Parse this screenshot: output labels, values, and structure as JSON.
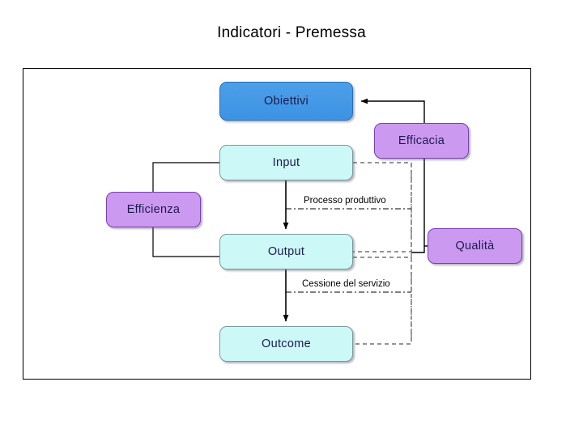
{
  "page": {
    "title": "Indicatori - Premessa",
    "background_color": "#ffffff",
    "text_color": "#000000"
  },
  "diagram": {
    "frame_border_color": "#000000",
    "nodes": [
      {
        "id": "obiettivi",
        "label": "Obiettivi",
        "fill": "#4c9fe8",
        "border": "#2a6fb0",
        "role": "goal"
      },
      {
        "id": "input",
        "label": "Input",
        "fill": "#ccf8f8",
        "border": "#7a9a9a",
        "role": "process-stage"
      },
      {
        "id": "output",
        "label": "Output",
        "fill": "#ccf8f8",
        "border": "#7a9a9a",
        "role": "process-stage"
      },
      {
        "id": "outcome",
        "label": "Outcome",
        "fill": "#ccf8f8",
        "border": "#7a9a9a",
        "role": "process-stage"
      },
      {
        "id": "efficacia",
        "label": "Efficacia",
        "fill": "#cc99f0",
        "border": "#7a3fb0",
        "role": "indicator"
      },
      {
        "id": "efficienza",
        "label": "Efficienza",
        "fill": "#cc99f0",
        "border": "#7a3fb0",
        "role": "indicator"
      },
      {
        "id": "qualita",
        "label": "Qualità",
        "fill": "#cc99f0",
        "border": "#7a3fb0",
        "role": "indicator"
      }
    ],
    "edge_labels": [
      {
        "id": "processo",
        "label": "Processo produttivo"
      },
      {
        "id": "cessione",
        "label": "Cessione del servizio"
      }
    ],
    "connectors": [
      {
        "id": "input-to-output",
        "from": "input",
        "to": "output",
        "style": "solid",
        "arrow": true
      },
      {
        "id": "output-to-outcome",
        "from": "output",
        "to": "outcome",
        "style": "solid",
        "arrow": true
      },
      {
        "id": "efficacia-to-obiettivi",
        "from": "efficacia",
        "to": "obiettivi",
        "style": "solid",
        "arrow": true
      },
      {
        "id": "efficienza-bracket",
        "from": "input",
        "to": "output",
        "style": "solid",
        "arrow": false
      },
      {
        "id": "qualita-link",
        "from": "qualita",
        "to": "efficacia",
        "style": "solid",
        "arrow": false
      },
      {
        "id": "processo-bracket",
        "from": "input",
        "to": "output",
        "style": "dashed",
        "arrow": false
      },
      {
        "id": "cessione-bracket",
        "from": "output",
        "to": "outcome",
        "style": "dashed",
        "arrow": false
      }
    ]
  }
}
